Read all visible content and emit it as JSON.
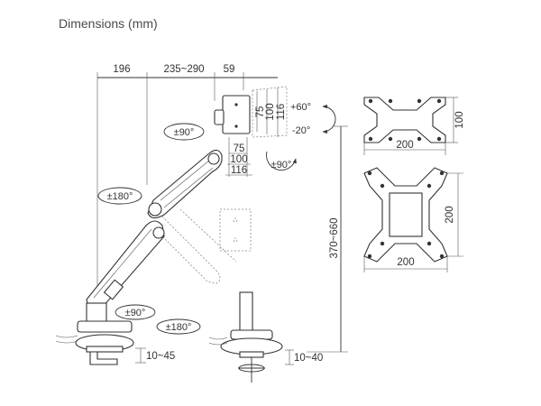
{
  "header": {
    "title": "Dimensions (mm)"
  },
  "dimensions": {
    "top_segments": [
      "196",
      "235~290",
      "59"
    ],
    "vesa_side_vertical": [
      "75",
      "100",
      "116"
    ],
    "vesa_side_horizontal": [
      "75",
      "100",
      "116"
    ],
    "height_range": "370~660",
    "clamp_range_left": "10~45",
    "grommet_range": "10~40",
    "plate_top_width": "200",
    "plate_top_height": "100",
    "plate_bottom_width": "200",
    "plate_bottom_height": "200"
  },
  "rotations": {
    "tilt_up": "+60°",
    "tilt_down": "-20°",
    "swivel_head": "±90°",
    "rotate_head": "±90°",
    "arm_swivel": "±180°",
    "base_swivel_left": "±90°",
    "base_swivel_right": "±180°"
  },
  "colors": {
    "line": "#333333",
    "ghost": "#8a8a8a",
    "background": "#ffffff"
  }
}
